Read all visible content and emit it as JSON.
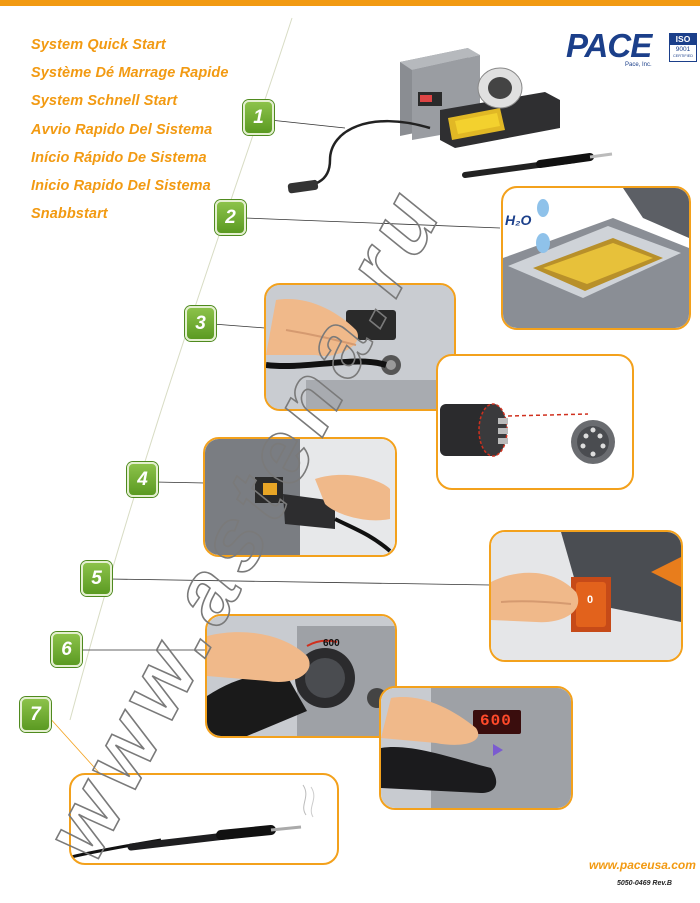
{
  "titles": [
    {
      "text": "System Quick Start",
      "color": "#f29a12"
    },
    {
      "text": "Système Dé Marrage Rapide",
      "color": "#f29a12"
    },
    {
      "text": "System Schnell Start",
      "color": "#f29a12"
    },
    {
      "text": "Avvio Rapido Del Sistema",
      "color": "#f29a12"
    },
    {
      "text": "Início Rápido De Sistema",
      "color": "#f29a12"
    },
    {
      "text": "Inicio Rapido Del Sistema",
      "color": "#f29a12"
    },
    {
      "text": "Snabbstart",
      "color": "#f29a12"
    }
  ],
  "logo": {
    "name": "PACE",
    "sub": "Pace, Inc.",
    "iso_top": "ISO",
    "iso_num": "9001",
    "iso_small": "CERTIFIED"
  },
  "steps": [
    "1",
    "2",
    "3",
    "4",
    "5",
    "6",
    "7"
  ],
  "step2_label": "H₂O",
  "step6_dial_label": "600",
  "step6_display_value": "600",
  "step5_switch_symbol": "0",
  "footer": {
    "website": "www.paceusa.com",
    "doc_number": "5050-0469 Rev.B"
  },
  "watermark": "www.astena.ru",
  "colors": {
    "accent": "#f29a12",
    "brand": "#1b3f8a",
    "badge": "#6aa82e",
    "panel_border": "#f3a11c"
  }
}
